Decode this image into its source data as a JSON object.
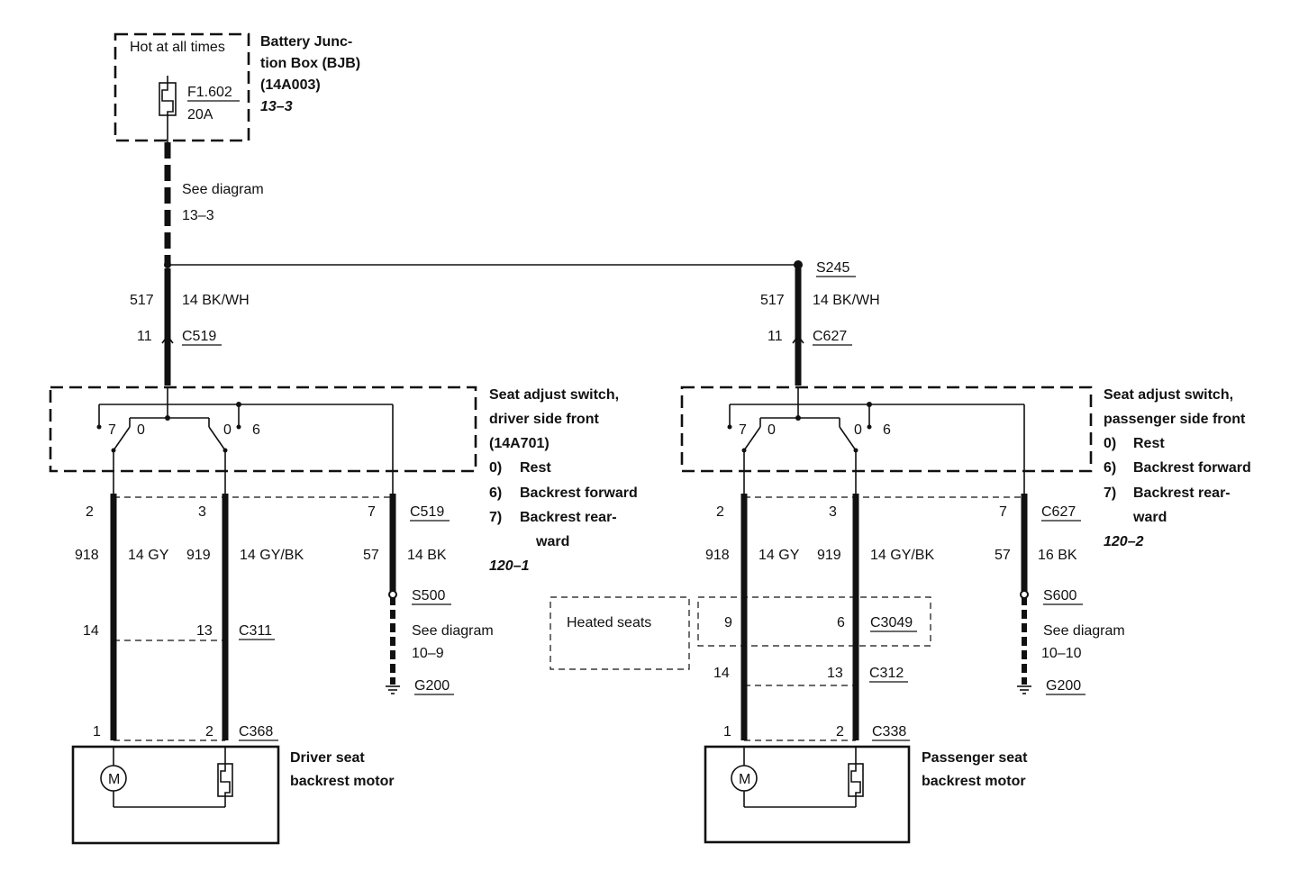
{
  "bjb": {
    "hot_label": "Hot at all times",
    "fuse_id": "F1.602",
    "fuse_rating": "20A",
    "title_line1": "Battery Junc-",
    "title_line2": "tion Box (BJB)",
    "part_number": "(14A003)",
    "page_ref": "13–3"
  },
  "see_diagram_top": {
    "label": "See diagram",
    "ref": "13–3"
  },
  "splice_s245": "S245",
  "driver": {
    "circuit_in": {
      "number": "517",
      "wire": "14 BK/WH",
      "pin": "11",
      "connector": "C519"
    },
    "switch": {
      "title_line1": "Seat adjust switch,",
      "title_line2": "driver side front",
      "part_number": "(14A701)",
      "pos_0_num": "0)",
      "pos_0_text": "Rest",
      "pos_6_num": "6)",
      "pos_6_text": "Backrest forward",
      "pos_7_num": "7)",
      "pos_7_text_line1": "Backrest rear-",
      "pos_7_text_line2": "ward",
      "page_ref": "120–1",
      "contact_7": "7",
      "contact_0a": "0",
      "contact_0b": "0",
      "contact_6": "6"
    },
    "out_pins": {
      "a": "2",
      "b": "3",
      "c": "7",
      "connector": "C519"
    },
    "wires": {
      "a_num": "918",
      "a_color": "14 GY",
      "b_num": "919",
      "b_color": "14 GY/BK",
      "c_num": "57",
      "c_color": "14 BK"
    },
    "mid_conn": {
      "a": "14",
      "b": "13",
      "connector": "C311"
    },
    "ground_splice": "S500",
    "ground_see": "See diagram",
    "ground_ref": "10–9",
    "ground": "G200",
    "motor_conn": {
      "a": "1",
      "b": "2",
      "connector": "C368"
    },
    "motor_line1": "Driver seat",
    "motor_line2": "backrest motor",
    "motor_symbol": "M"
  },
  "passenger": {
    "circuit_in": {
      "number": "517",
      "wire": "14 BK/WH",
      "pin": "11",
      "connector": "C627"
    },
    "switch": {
      "title_line1": "Seat adjust switch,",
      "title_line2": "passenger side front",
      "pos_0_num": "0)",
      "pos_0_text": "Rest",
      "pos_6_num": "6)",
      "pos_6_text": "Backrest forward",
      "pos_7_num": "7)",
      "pos_7_text_line1": "Backrest rear-",
      "pos_7_text_line2": "ward",
      "page_ref": "120–2",
      "contact_7": "7",
      "contact_0a": "0",
      "contact_0b": "0",
      "contact_6": "6"
    },
    "out_pins": {
      "a": "2",
      "b": "3",
      "c": "7",
      "connector": "C627"
    },
    "wires": {
      "a_num": "918",
      "a_color": "14 GY",
      "b_num": "919",
      "b_color": "14 GY/BK",
      "c_num": "57",
      "c_color": "16 BK"
    },
    "heated": {
      "label": "Heated seats",
      "a": "9",
      "b": "6",
      "connector": "C3049"
    },
    "mid_conn": {
      "a": "14",
      "b": "13",
      "connector": "C312"
    },
    "ground_splice": "S600",
    "ground_see": "See diagram",
    "ground_ref": "10–10",
    "ground": "G200",
    "motor_conn": {
      "a": "1",
      "b": "2",
      "connector": "C338"
    },
    "motor_line1": "Passenger seat",
    "motor_line2": "backrest motor",
    "motor_symbol": "M"
  }
}
